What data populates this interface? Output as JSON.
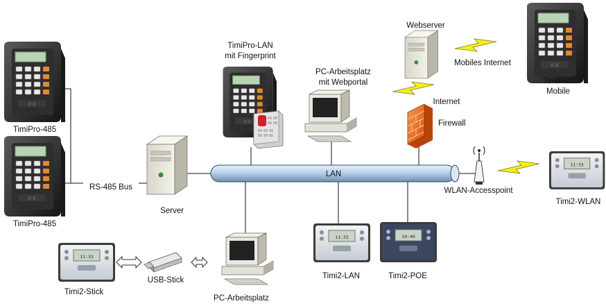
{
  "diagram": {
    "network_label": "LAN",
    "nodes": {
      "timipro_485_top": {
        "label": "TimiPro-485",
        "icon": "timipro-terminal-icon"
      },
      "timipro_485_bottom": {
        "label": "TimiPro-485",
        "icon": "timipro-terminal-icon"
      },
      "rs485_bus": {
        "label": "RS-485 Bus"
      },
      "server": {
        "label": "Server",
        "icon": "server-tower-icon"
      },
      "timipro_lan": {
        "label_line1": "TimiPro-LAN",
        "label_line2": "mit Fingerprint",
        "icon": "fingerprint-terminal-icon"
      },
      "pc_webportal": {
        "label_line1": "PC-Arbeitsplatz",
        "label_line2": "mit Webportal",
        "icon": "pc-workstation-icon"
      },
      "webserver": {
        "label": "Webserver",
        "icon": "server-tower-icon"
      },
      "mobiles_internet": {
        "label": "Mobiles Internet",
        "icon": "lightning-link-icon"
      },
      "timipro_mobile": {
        "label_line1": "TimiPro-",
        "label_line2": "Mobile",
        "icon": "timipro-terminal-icon"
      },
      "internet": {
        "label": "Internet",
        "icon": "lightning-link-icon"
      },
      "firewall": {
        "label": "Firewall",
        "icon": "firewall-brick-icon"
      },
      "wlan_ap": {
        "label": "WLAN-Accesspoint",
        "icon": "antenna-icon"
      },
      "timi2_wlan": {
        "label": "Timi2-WLAN",
        "icon": "timi2-terminal-icon"
      },
      "timi2_lan": {
        "label": "Timi2-LAN",
        "icon": "timi2-terminal-icon"
      },
      "timi2_poe": {
        "label": "Timi2-POE",
        "icon": "timi2-terminal-icon"
      },
      "pc_arbeitsplatz": {
        "label": "PC-Arbeitsplatz",
        "icon": "pc-workstation-icon"
      },
      "usb_stick": {
        "label": "USB-Stick",
        "icon": "usb-stick-icon"
      },
      "timi2_stick": {
        "label": "Timi2-Stick",
        "icon": "timi2-terminal-icon"
      }
    },
    "colors": {
      "lan_pipe": "#b9d2ea",
      "lightning": "#f2ee1c",
      "firewall": "#ee6a1d",
      "terminal_dark": "#2a2a2a",
      "timi2_poe_face": "#3b4660"
    }
  }
}
